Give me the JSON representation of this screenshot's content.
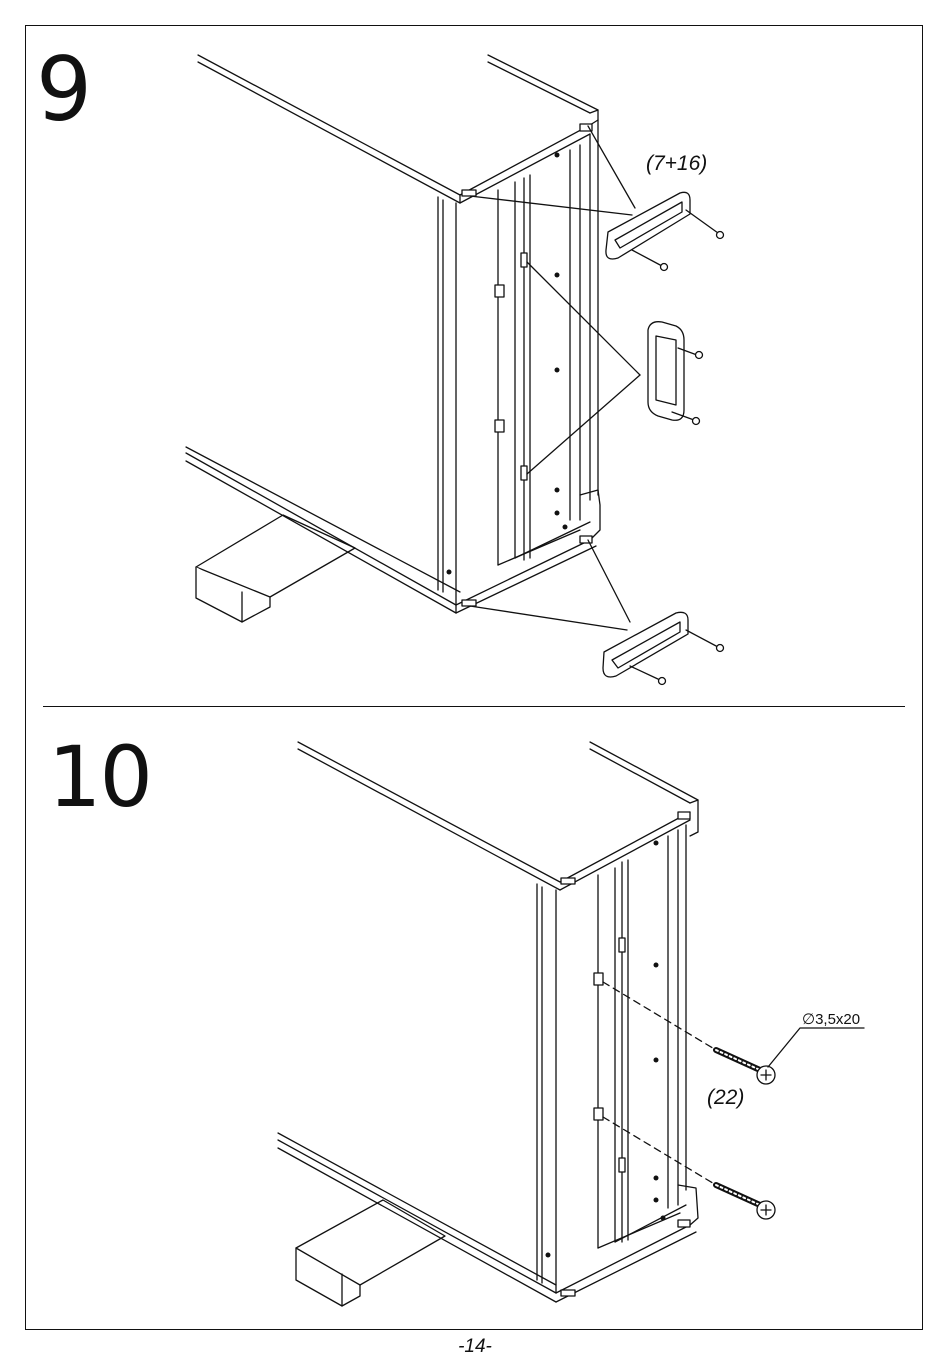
{
  "steps": [
    {
      "number": "9",
      "part_label": "(7+16)"
    },
    {
      "number": "10",
      "part_label": "(22)",
      "dimension": "∅3,5x20"
    }
  ],
  "page_number": "-14-"
}
